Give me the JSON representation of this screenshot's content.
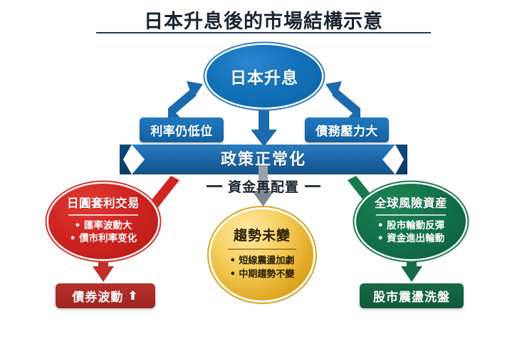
{
  "header": {
    "title": "日本升息後的市場結構示意"
  },
  "diagram": {
    "root": {
      "label": "日本升息",
      "color": "#1270b8",
      "shape": "ellipse"
    },
    "drivers": [
      {
        "label": "利率仍低位",
        "color": "#14609f"
      },
      {
        "label": "債務壓力大",
        "color": "#14609f"
      }
    ],
    "banner": {
      "label": "政策正常化",
      "color": "#1b5e9e",
      "shape": "ribbon"
    },
    "mid_label": {
      "label": "資金再配置",
      "color": "#1c2430"
    },
    "branches": [
      {
        "id": "carry-trade",
        "title": "日圓套利交易",
        "color": "#cf2420",
        "bullets": [
          "匯率波動大",
          "債市利率变化"
        ],
        "outcome": {
          "label": "債券波動",
          "trend_icon": "up-arrow",
          "trend_glyph": "⬆",
          "color": "#9e2420"
        }
      },
      {
        "id": "trend",
        "title": "趨勢未變",
        "color": "#e0a722",
        "bullets": [
          "短線震盪加劇",
          "中期趨勢不變"
        ],
        "outcome": null
      },
      {
        "id": "global-risk",
        "title": "全球風險資産",
        "color": "#12714a",
        "bullets": [
          "股市輪動反彈",
          "資金進出輪動"
        ],
        "outcome": {
          "label": "股市震盪洗盤",
          "trend_icon": null,
          "trend_glyph": "",
          "color": "#11573a"
        }
      }
    ],
    "bullet_marker": "•"
  }
}
